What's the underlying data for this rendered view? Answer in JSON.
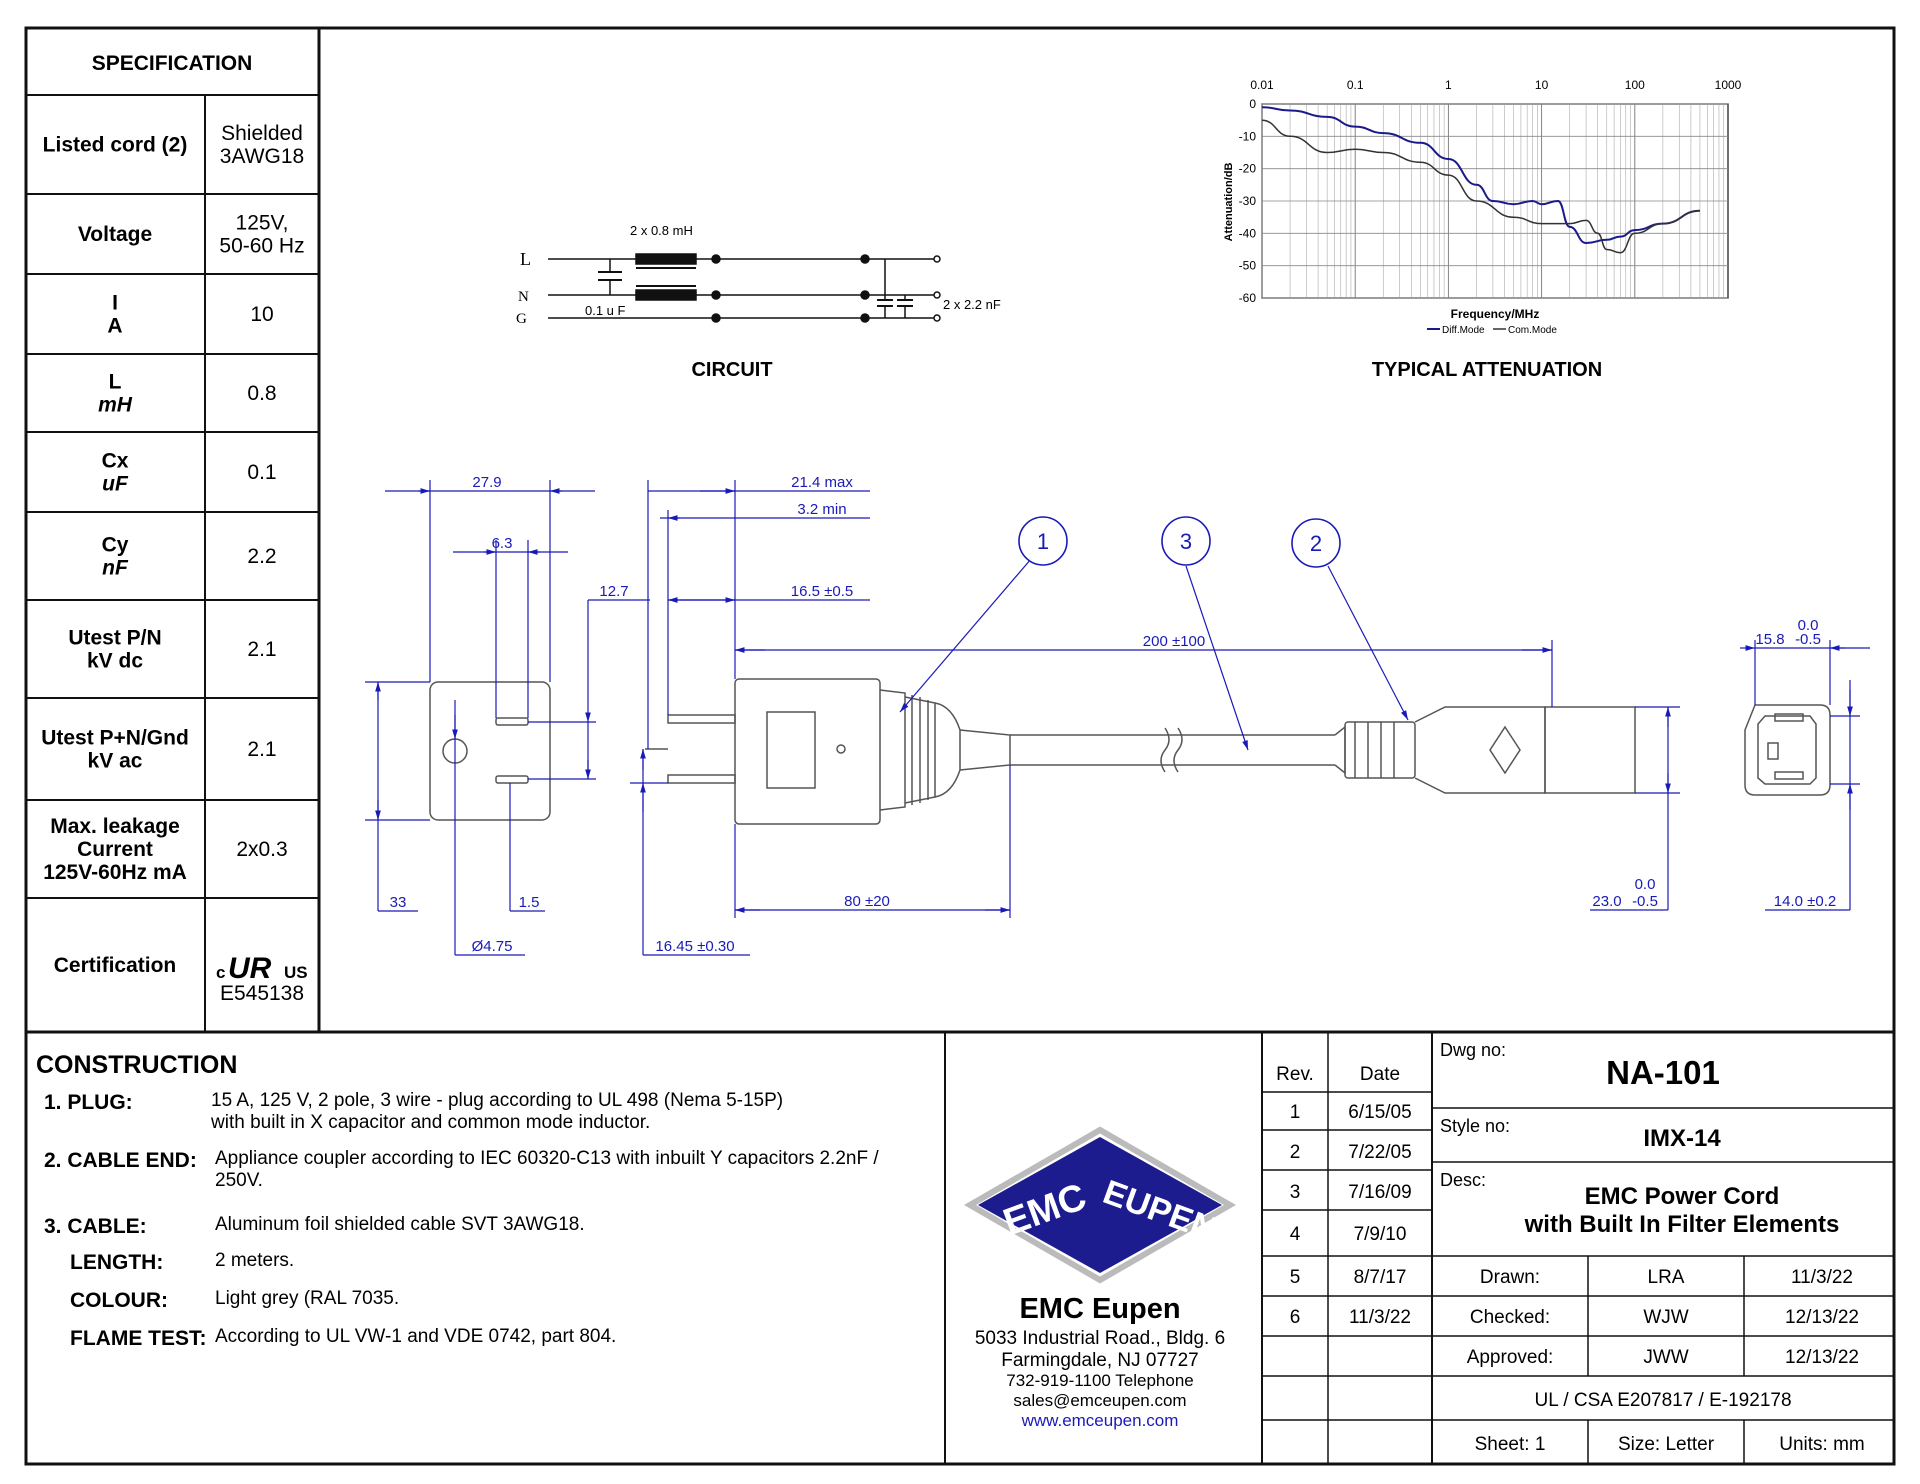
{
  "spec": {
    "title": "SPECIFICATION",
    "rows": [
      {
        "label": [
          "Listed cord (2)"
        ],
        "value": [
          "Shielded",
          "3AWG18"
        ]
      },
      {
        "label": [
          "Voltage"
        ],
        "value": [
          "125V,",
          "50-60 Hz"
        ]
      },
      {
        "label": [
          "I",
          "A"
        ],
        "value": [
          "10"
        ]
      },
      {
        "label": [
          "L",
          "mH"
        ],
        "value": [
          "0.8"
        ]
      },
      {
        "label": [
          "Cx",
          "uF"
        ],
        "value": [
          "0.1"
        ]
      },
      {
        "label": [
          "Cy",
          "nF"
        ],
        "value": [
          "2.2"
        ]
      },
      {
        "label": [
          "Utest P/N",
          "kV dc"
        ],
        "value": [
          "2.1"
        ]
      },
      {
        "label": [
          "Utest P+N/Gnd",
          "kV ac"
        ],
        "value": [
          "2.1"
        ]
      },
      {
        "label": [
          "Max. leakage",
          "Current",
          "125V-60Hz mA"
        ],
        "value": [
          "2x0.3"
        ]
      },
      {
        "label": [
          "Certification"
        ],
        "value": [
          "E545138"
        ]
      }
    ],
    "cert_mark": {
      "c": "c",
      "ur": "UR",
      "us": "US"
    }
  },
  "circuit": {
    "title": "CIRCUIT",
    "labels": {
      "L": "L",
      "N": "N",
      "G": "G",
      "inductor": "2 x 0.8 mH",
      "cx": "0.1 u F",
      "cy": "2 x 2.2 nF"
    }
  },
  "attenuation": {
    "title": "TYPICAL ATTENUATION",
    "xticks": [
      "0.01",
      "0.1",
      "1",
      "10",
      "100",
      "1000"
    ],
    "yticks": [
      "0",
      "-10",
      "-20",
      "-30",
      "-40",
      "-50",
      "-60"
    ],
    "ylabel": "Attenuation/dB",
    "xlabel": "Frequency/MHz",
    "legend": [
      "Diff.Mode",
      "Com.Mode"
    ]
  },
  "chart_data": {
    "type": "line",
    "xlabel": "Frequency/MHz",
    "ylabel": "Attenuation/dB",
    "xscale": "log",
    "xlim": [
      0.01,
      1000
    ],
    "ylim": [
      -60,
      0
    ],
    "grid": true,
    "legend_position": "bottom",
    "series": [
      {
        "name": "Diff.Mode",
        "color": "#1a1a8c",
        "x": [
          0.01,
          0.02,
          0.05,
          0.1,
          0.2,
          0.5,
          1,
          2,
          3,
          5,
          8,
          10,
          15,
          20,
          30,
          50,
          70,
          100,
          200,
          500
        ],
        "y": [
          -1,
          -2,
          -4,
          -7,
          -9,
          -12,
          -17,
          -25,
          -30,
          -31,
          -30,
          -31,
          -30,
          -38,
          -43,
          -42,
          -41,
          -39,
          -37,
          -33
        ]
      },
      {
        "name": "Com.Mode",
        "color": "#333333",
        "x": [
          0.01,
          0.02,
          0.05,
          0.1,
          0.2,
          0.5,
          1,
          2,
          5,
          10,
          20,
          30,
          40,
          50,
          70,
          100,
          200,
          500
        ],
        "y": [
          -5,
          -10,
          -15,
          -14,
          -15,
          -18,
          -22,
          -30,
          -35,
          -37,
          -37,
          -36,
          -40,
          -45,
          -46,
          -40,
          -37,
          -33
        ]
      }
    ]
  },
  "dims": {
    "d279": "27.9",
    "d63": "6.3",
    "d127": "12.7",
    "d33": "33",
    "d15": "1.5",
    "d475": "Ø4.75",
    "d214": "21.4 max",
    "d32": "3.2 min",
    "d165": "16.5 ±0.5",
    "d1645": "16.45 ±0.30",
    "d80": "80 ±20",
    "d200": "200 ±100",
    "d158": "15.8",
    "d158tol_top": "0.0",
    "d158tol_bot": "-0.5",
    "d23": "23.0",
    "d23tol_top": "0.0",
    "d23tol_bot": "-0.5",
    "d14": "14.0 ±0.2",
    "balloons": [
      "1",
      "3",
      "2"
    ]
  },
  "construction": {
    "title": "CONSTRUCTION",
    "items": [
      {
        "label": "1. PLUG:",
        "text": [
          "15 A, 125 V, 2 pole, 3 wire - plug according to UL 498 (Nema 5-15P)",
          " with built in X capacitor and common mode inductor."
        ]
      },
      {
        "label": "2. CABLE END:",
        "text": [
          "Appliance coupler according to IEC 60320-C13 with inbuilt Y capacitors 2.2nF /",
          "250V."
        ]
      },
      {
        "label": "3. CABLE:",
        "text": [
          "Aluminum foil shielded cable SVT 3AWG18."
        ]
      },
      {
        "label": "LENGTH:",
        "text": [
          "2 meters."
        ]
      },
      {
        "label": "COLOUR:",
        "text": [
          "Light grey (RAL 7035."
        ]
      },
      {
        "label": "FLAME TEST:",
        "text": [
          "According to UL VW-1 and VDE 0742, part 804."
        ]
      }
    ]
  },
  "company": {
    "logo_left": "EMC",
    "logo_right": "EUPEN",
    "name": "EMC Eupen",
    "address1": "5033 Industrial Road., Bldg. 6",
    "address2": "Farmingdale, NJ 07727",
    "phone": "732-919-1100 Telephone",
    "email": "sales@emceupen.com",
    "web": "www.emceupen.com"
  },
  "revisions": {
    "headers": [
      "Rev.",
      "Date"
    ],
    "rows": [
      [
        "1",
        "6/15/05"
      ],
      [
        "2",
        "7/22/05"
      ],
      [
        "3",
        "7/16/09"
      ],
      [
        "4",
        "7/9/10"
      ],
      [
        "5",
        "8/7/17"
      ],
      [
        "6",
        "11/3/22"
      ]
    ]
  },
  "titleblock": {
    "dwg_label": "Dwg no:",
    "dwg_value": "NA-101",
    "style_label": "Style no:",
    "style_value": "IMX-14",
    "desc_label": "Desc:",
    "desc_value": [
      "EMC Power Cord",
      "with Built In Filter Elements"
    ],
    "approvals": [
      [
        "Drawn:",
        "LRA",
        "11/3/22"
      ],
      [
        "Checked:",
        "WJW",
        "12/13/22"
      ],
      [
        "Approved:",
        "JWW",
        "12/13/22"
      ]
    ],
    "ul": "UL / CSA E207817 / E-192178",
    "sheet": "Sheet: 1",
    "size": "Size: Letter",
    "units": "Units: mm"
  }
}
